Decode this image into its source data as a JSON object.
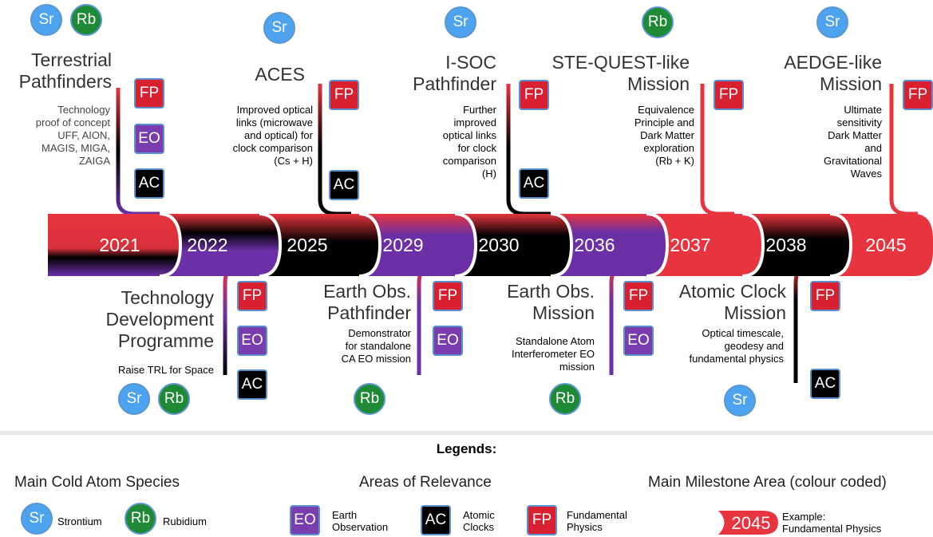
{
  "timeline": {
    "years": [
      "2021",
      "2022",
      "2025",
      "2029",
      "2030",
      "2036",
      "2037",
      "2038",
      "2045"
    ],
    "milestones_top": [
      {
        "title_lines": [
          "Terrestrial",
          "Pathfinders"
        ],
        "desc_lines": [
          "Technology",
          "proof of concept",
          "UFF, AION,",
          "MAGIS, MIGA,",
          "ZAIGA"
        ],
        "species": [
          "Sr",
          "Rb"
        ],
        "areas": [
          "FP",
          "EO",
          "AC"
        ]
      },
      {
        "title_lines": [
          "ACES"
        ],
        "desc_lines": [
          "Improved optical",
          "links (microwave",
          "and optical) for",
          "clock comparison",
          "(Cs + H)"
        ],
        "species": [
          "Sr"
        ],
        "areas": [
          "FP",
          "AC"
        ]
      },
      {
        "title_lines": [
          "I-SOC",
          "Pathfinder"
        ],
        "desc_lines": [
          "Further",
          "improved",
          "optical links",
          "for clock",
          "comparison",
          "(H)"
        ],
        "species": [
          "Sr"
        ],
        "areas": [
          "FP",
          "AC"
        ]
      },
      {
        "title_lines": [
          "STE-QUEST-like",
          "Mission"
        ],
        "desc_lines": [
          "Equivalence",
          "Principle and",
          "Dark Matter",
          "exploration",
          "(Rb + K)"
        ],
        "species": [
          "Rb"
        ],
        "areas": [
          "FP"
        ]
      },
      {
        "title_lines": [
          "AEDGE-like",
          "Mission"
        ],
        "desc_lines": [
          "Ultimate",
          "sensitivity",
          "Dark Matter",
          "and",
          "Gravitational",
          "Waves"
        ],
        "species": [
          "Sr"
        ],
        "areas": [
          "FP"
        ]
      }
    ],
    "milestones_bottom": [
      {
        "title_lines": [
          "Technology",
          "Development",
          "Programme"
        ],
        "desc_lines": [
          "Raise TRL for Space"
        ],
        "species": [
          "Sr",
          "Rb"
        ],
        "areas": [
          "FP",
          "EO",
          "AC"
        ]
      },
      {
        "title_lines": [
          "Earth Obs.",
          "Pathfinder"
        ],
        "desc_lines": [
          "Demonstrator",
          "for standalone",
          "CA EO mission"
        ],
        "species": [
          "Rb"
        ],
        "areas": [
          "FP",
          "EO"
        ]
      },
      {
        "title_lines": [
          "Earth Obs.",
          "Mission"
        ],
        "desc_lines": [
          "Standalone Atom",
          "Interferometer EO",
          "mission"
        ],
        "species": [
          "Rb"
        ],
        "areas": [
          "FP",
          "EO"
        ]
      },
      {
        "title_lines": [
          "Atomic Clock",
          "Mission"
        ],
        "desc_lines": [
          "Optical timescale,",
          "geodesy and",
          "fundamental physics"
        ],
        "species": [
          "Sr"
        ],
        "areas": [
          "FP",
          "AC"
        ]
      }
    ]
  },
  "legend": {
    "heading": "Legends:",
    "species_heading": "Main Cold Atom Species",
    "areas_heading": "Areas of Relevance",
    "milestone_heading": "Main Milestone Area (colour coded)",
    "species": [
      {
        "code": "Sr",
        "name": "Strontium"
      },
      {
        "code": "Rb",
        "name": "Rubidium"
      }
    ],
    "areas": [
      {
        "code": "EO",
        "lines": [
          "Earth",
          "Observation"
        ]
      },
      {
        "code": "AC",
        "lines": [
          "Atomic",
          "Clocks"
        ]
      },
      {
        "code": "FP",
        "lines": [
          "Fundamental",
          "Physics"
        ]
      }
    ],
    "example": {
      "year": "2045",
      "lines": [
        "Example:",
        "Fundamental Physics"
      ]
    }
  },
  "colors": {
    "fp": "#e8343e",
    "eo": "#6b30a8",
    "ac": "#000000",
    "sr": "#4da3f0",
    "rb": "#1f8a35"
  }
}
